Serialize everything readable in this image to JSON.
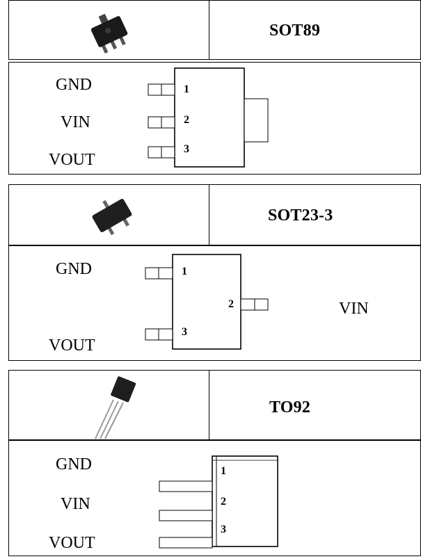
{
  "packages": [
    {
      "name": "SOT89",
      "pins": [
        {
          "num": "1",
          "label": "GND"
        },
        {
          "num": "2",
          "label": "VIN"
        },
        {
          "num": "3",
          "label": "VOUT"
        }
      ]
    },
    {
      "name": "SOT23-3",
      "pins": [
        {
          "num": "1",
          "label": "GND"
        },
        {
          "num": "2",
          "label": "VIN"
        },
        {
          "num": "3",
          "label": "VOUT"
        }
      ]
    },
    {
      "name": "TO92",
      "pins": [
        {
          "num": "1",
          "label": "GND"
        },
        {
          "num": "2",
          "label": "VIN"
        },
        {
          "num": "3",
          "label": "VOUT"
        }
      ]
    }
  ]
}
